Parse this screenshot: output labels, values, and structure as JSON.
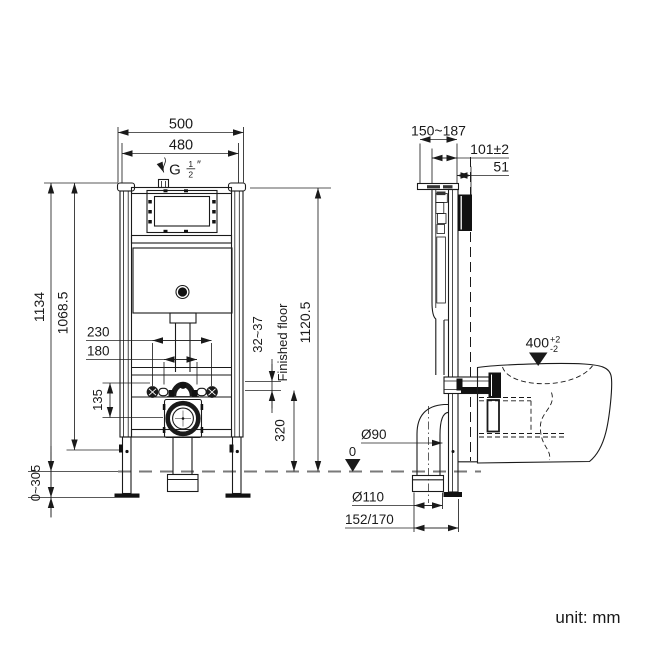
{
  "drawing": {
    "unit_label": "unit: mm",
    "front_view": {
      "overall_width": "500",
      "inner_width": "480",
      "supply_g": "G",
      "supply_num": "1",
      "supply_den": "2",
      "supply_inch": "″",
      "overall_height": "1134",
      "rail_height": "1068.5",
      "fixing_span_outer": "230",
      "fixing_span_inner": "180",
      "fixing_offset": "135",
      "leg_adjust_range": "0~305",
      "bolt_gap_range": "32~37",
      "finished_floor_label": "Finished floor",
      "height_above_floor": "1120.5",
      "outlet_height": "320"
    },
    "side_view": {
      "depth_range": "150~187",
      "cistern_depth": "101±2",
      "plate_offset": "51",
      "bowl_height_value": "400",
      "bowl_height_tol_plus": "+2",
      "bowl_height_tol_minus": "-2",
      "drain_pipe_diameter": "Ø90",
      "floor_level_mark": "0",
      "drain_outlet_diameter": "Ø110",
      "drain_distance_options": "152/170"
    }
  }
}
